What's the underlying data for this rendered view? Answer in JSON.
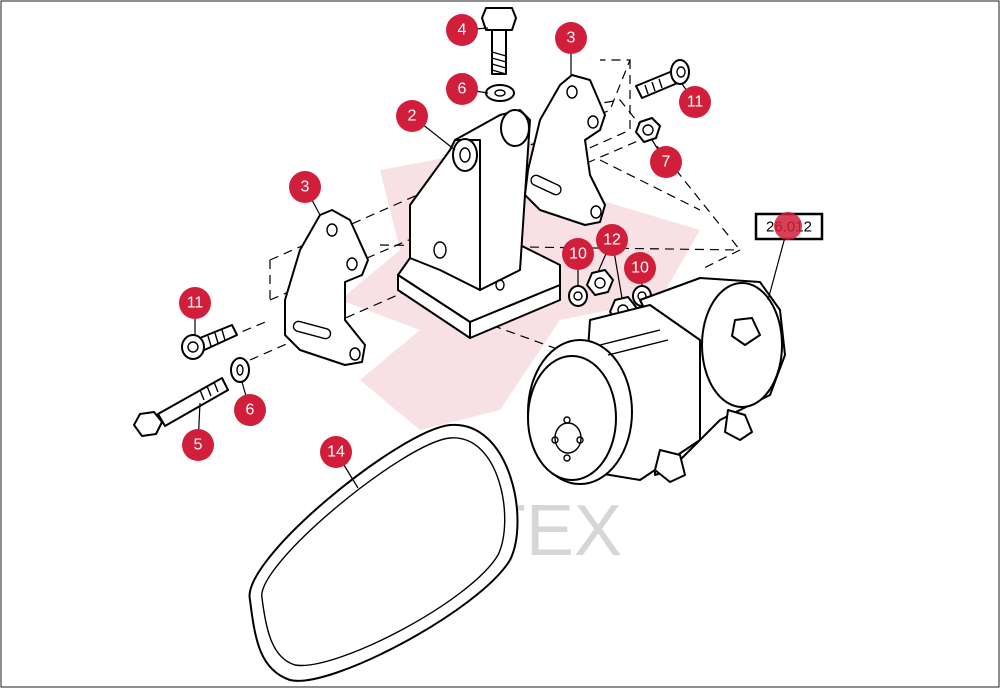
{
  "watermark": {
    "text": "ИНТЕХ",
    "color": "#c9c9c9",
    "logo_color": "#f2c9cf"
  },
  "reference": {
    "label": "26.012"
  },
  "callout_color": "#d11f3b",
  "callouts": [
    {
      "id": "c4",
      "label": "4"
    },
    {
      "id": "c6a",
      "label": "6"
    },
    {
      "id": "c3a",
      "label": "3"
    },
    {
      "id": "c11a",
      "label": "11"
    },
    {
      "id": "c2",
      "label": "2"
    },
    {
      "id": "c7",
      "label": "7"
    },
    {
      "id": "c3b",
      "label": "3"
    },
    {
      "id": "c10a",
      "label": "10"
    },
    {
      "id": "c12",
      "label": "12"
    },
    {
      "id": "c10b",
      "label": "10"
    },
    {
      "id": "c11b",
      "label": "11"
    },
    {
      "id": "c6b",
      "label": "6"
    },
    {
      "id": "c5",
      "label": "5"
    },
    {
      "id": "c14",
      "label": "14"
    }
  ]
}
